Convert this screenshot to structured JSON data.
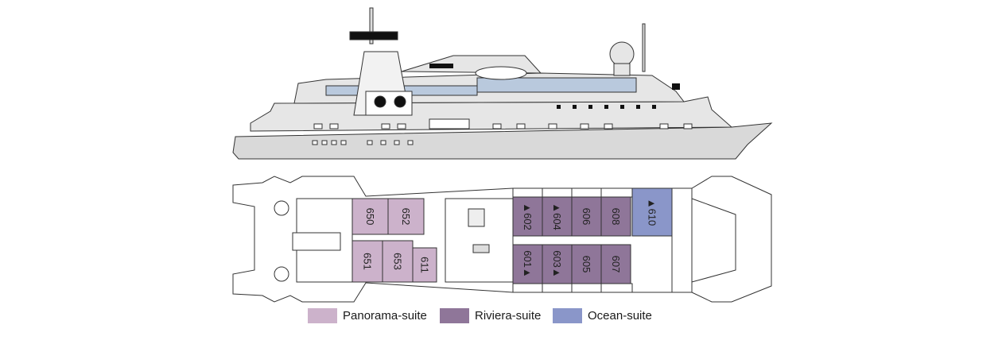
{
  "colors": {
    "panorama": "#ccb2cb",
    "riviera": "#8f7699",
    "ocean": "#8a96c9",
    "hull": "#d9d9d9",
    "superstructure": "#e6e6e6",
    "glass": "#b9c9dd"
  },
  "cabins": [
    {
      "number": "650",
      "type": "panorama"
    },
    {
      "number": "652",
      "type": "panorama"
    },
    {
      "number": "651",
      "type": "panorama"
    },
    {
      "number": "653",
      "type": "panorama"
    },
    {
      "number": "611",
      "type": "panorama"
    },
    {
      "number": "▲602",
      "type": "riviera"
    },
    {
      "number": "▲604",
      "type": "riviera"
    },
    {
      "number": "606",
      "type": "riviera"
    },
    {
      "number": "608",
      "type": "riviera"
    },
    {
      "number": "▲610",
      "type": "ocean"
    },
    {
      "number": "601▲",
      "type": "riviera"
    },
    {
      "number": "603▲",
      "type": "riviera"
    },
    {
      "number": "605",
      "type": "riviera"
    },
    {
      "number": "607",
      "type": "riviera"
    }
  ],
  "legend": [
    {
      "label": "Panorama-suite",
      "type": "panorama"
    },
    {
      "label": "Riviera-suite",
      "type": "riviera"
    },
    {
      "label": "Ocean-suite",
      "type": "ocean"
    }
  ]
}
